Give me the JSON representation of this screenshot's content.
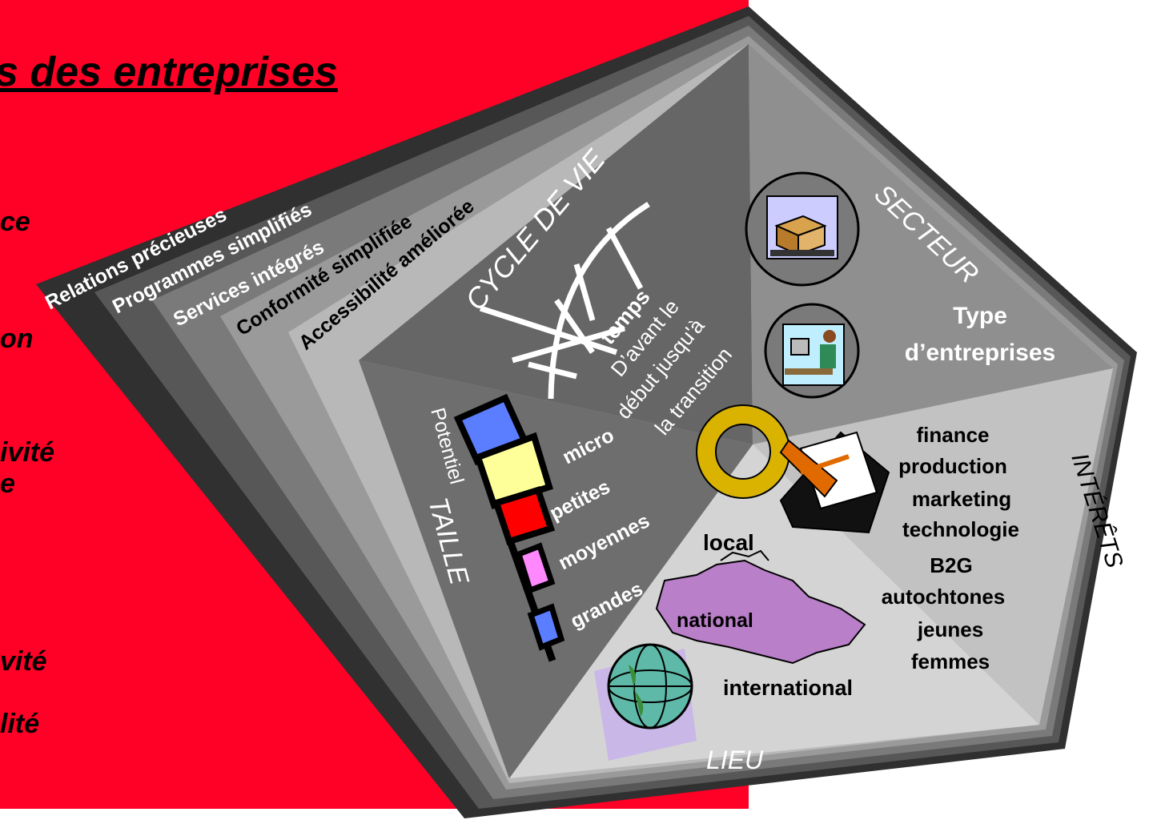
{
  "title": "s des entreprises",
  "left_fragments": [
    "ce",
    "on",
    "ivité",
    "e",
    "vité",
    "lité"
  ],
  "benefit_bands": [
    "Relations précieuses",
    "Programmes simplifiés",
    "Services intégrés",
    "Conformité simplifiée",
    "Accessibilité améliorée"
  ],
  "segments": {
    "life_cycle": {
      "title": "CYCLE DE VIE",
      "subtitle": "temps",
      "desc": [
        "D’avant le",
        "début jusqu'à",
        "la transition"
      ]
    },
    "sector": {
      "title": "SECTEUR",
      "desc": [
        "Type",
        "d’entreprises"
      ]
    },
    "interests": {
      "title": "INTÉRÊTS",
      "items": [
        "finance",
        "production",
        "marketing",
        "technologie",
        "B2G",
        "autochtones",
        "jeunes",
        "femmes"
      ]
    },
    "location": {
      "title": "LIEU",
      "items": [
        "local",
        "national",
        "international"
      ]
    },
    "size": {
      "title": "TAILLE",
      "subtitle": "Potentiel",
      "items": [
        "micro",
        "petites",
        "moyennes",
        "grandes"
      ]
    }
  },
  "colors": {
    "background_red": "#ff0026",
    "band_darkest": "#303030",
    "band_dark": "#575757",
    "band_mid": "#7a7a7a",
    "band_light": "#9a9a9a",
    "band_lightest": "#b8b8b8",
    "segment_lifecycle": "#666666",
    "segment_sector": "#8f8f8f",
    "segment_interests": "#c2c2c2",
    "segment_location": "#d4d4d4",
    "segment_size": "#6e6e6e"
  },
  "icons": [
    "open-box-icon",
    "computer-worker-icon",
    "recycle-arrows-icon",
    "handsaw-on-computer-icon",
    "canada-map-icon",
    "globe-icon"
  ]
}
